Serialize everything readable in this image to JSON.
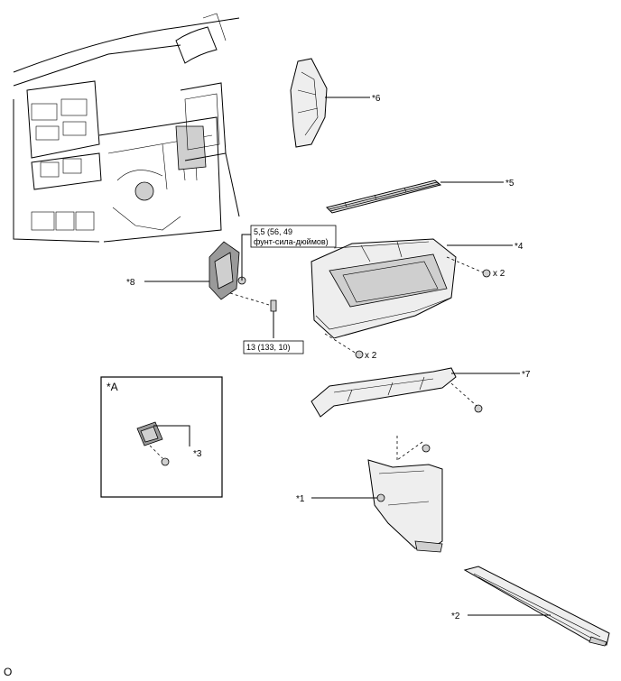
{
  "callouts": {
    "c1": "*1",
    "c2": "*2",
    "c3": "*3",
    "c4": "*4",
    "c5": "*5",
    "c6": "*6",
    "c7": "*7",
    "c8": "*8",
    "cA": "*A"
  },
  "quantities": {
    "q4": "x 2",
    "qbottom": "x 2"
  },
  "torque": {
    "t1_line1": "5,5 (56, 49",
    "t1_line2": "фунт-сила-дюймов)",
    "t2": "13 (133, 10)"
  },
  "footer_code": "O",
  "colors": {
    "stroke": "#000000",
    "fill_light": "#eeeeee",
    "fill_mid": "#cfcfcf",
    "fill_dark": "#9a9a9a"
  }
}
